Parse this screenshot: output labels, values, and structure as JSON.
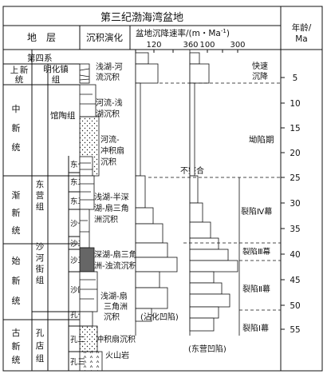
{
  "title": "第三纪渤海湾盆地",
  "header": {
    "age_label_line1": "年龄/",
    "age_label_line2": "Ma",
    "strata_label": "地　层",
    "evolution_label": "沉积演化",
    "rate_label": "盆地沉降速率/(m・Ma",
    "rate_label_sup": "-1",
    "rate_label_close": ")",
    "tick_a1": "120",
    "tick_a2": "360",
    "tick_b1": "100",
    "tick_b2": "300"
  },
  "systems": {
    "quaternary": "第四系",
    "up_1": "上",
    "up_2": "新",
    "up_3": "统",
    "mid_1": "中",
    "mid_2": "新",
    "mid_3": "统",
    "oli_1": "渐",
    "oli_2": "新",
    "oli_3": "统",
    "eoc_1": "始",
    "eoc_2": "新",
    "eoc_3": "统",
    "pal_1": "古",
    "pal_2": "新",
    "pal_3": "统"
  },
  "groups": {
    "minghuazhen_1": "明化镇",
    "minghuazhen_2": "组",
    "guantao": "馆陶组",
    "dongying_1": "东",
    "dongying_2": "营",
    "dongying_3": "组",
    "shahejie_1": "沙",
    "shahejie_2": "河",
    "shahejie_3": "街",
    "shahejie_4": "组",
    "kongdian_1": "孔",
    "kongdian_2": "店",
    "kongdian_3": "组"
  },
  "members": {
    "dong1": "东一",
    "dong2": "东二",
    "dong3": "东三",
    "sha1": "沙一",
    "sha2": "沙二",
    "sha3": "沙三",
    "sha4": "沙四",
    "kong1": "孔一",
    "kong2": "孔二",
    "kong3": "孔三"
  },
  "evolution": {
    "e1_1": "浅湖-河",
    "e1_2": "流沉积",
    "e2_1": "河流-浅",
    "e2_2": "湖沉积",
    "e3_1": "河流-",
    "e3_2": "冲积扇",
    "e3_3": "沉积",
    "unconformity": "不整合",
    "e4_1": "浅湖-半深",
    "e4_2": "湖-扇三角",
    "e4_3": "洲沉积",
    "e5_1": "深湖-扇三角",
    "e5_2": "洲-浊流沉积",
    "e6_1": "浅湖-扇",
    "e6_2": "三角洲",
    "e6_3": "沉积",
    "e7": "冲积扇沉积",
    "e8": "火山岩"
  },
  "basins": {
    "zhanhua": "(沾化凹陷)",
    "dongying": "(东营凹陷)"
  },
  "phases": {
    "fast_1": "快速",
    "fast_2": "沉降",
    "depression": "坳陷期",
    "rift4": "裂陷Ⅳ幕",
    "rift3": "裂陷Ⅲ幕",
    "rift2": "裂陷Ⅱ幕",
    "rift1": "裂陷Ⅰ幕"
  },
  "ages": [
    "5",
    "10",
    "15",
    "20",
    "25",
    "30",
    "35",
    "40",
    "45",
    "50",
    "55"
  ]
}
